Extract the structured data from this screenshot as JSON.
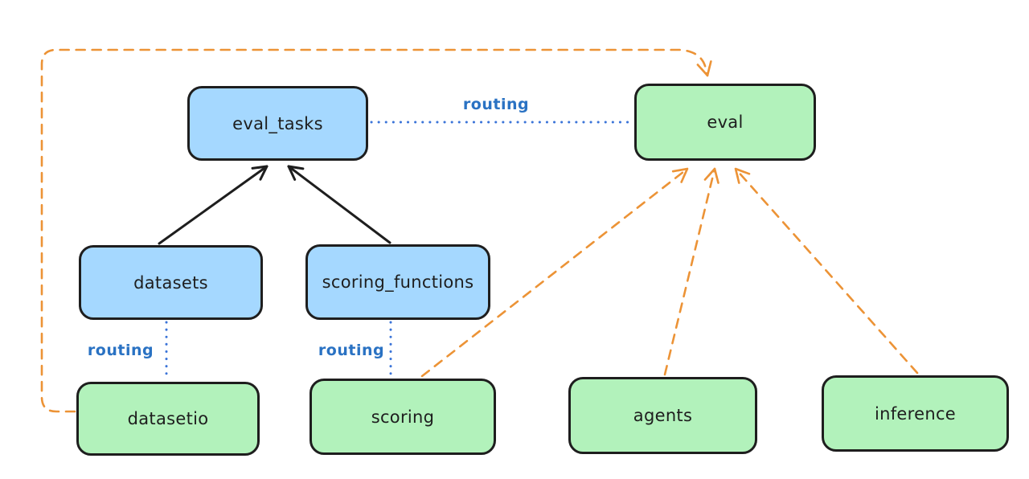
{
  "diagram": {
    "kind": "resource-routing-diagram",
    "colors": {
      "background": "#ffffff",
      "node_stroke": "#1e1e1e",
      "blue_node_fill": "#a5d8ff",
      "green_node_fill": "#b2f2bb",
      "routing_text_blue": "#2a72c3",
      "routing_line_blue": "#3b74d8",
      "provider_arrow_orange": "#ec9336",
      "dependency_arrow_black": "#1e1e1e"
    },
    "nodes": [
      {
        "id": "eval_tasks",
        "label": "eval_tasks",
        "color": "blue"
      },
      {
        "id": "eval",
        "label": "eval",
        "color": "green"
      },
      {
        "id": "datasets",
        "label": "datasets",
        "color": "blue"
      },
      {
        "id": "scoring_functions",
        "label": "scoring_functions",
        "color": "blue"
      },
      {
        "id": "datasetio",
        "label": "datasetio",
        "color": "green"
      },
      {
        "id": "scoring",
        "label": "scoring",
        "color": "green"
      },
      {
        "id": "agents",
        "label": "agents",
        "color": "green"
      },
      {
        "id": "inference",
        "label": "inference",
        "color": "green"
      }
    ],
    "edges": [
      {
        "from": "datasets",
        "to": "eval_tasks",
        "style": "solid-black-arrow"
      },
      {
        "from": "scoring_functions",
        "to": "eval_tasks",
        "style": "solid-black-arrow"
      },
      {
        "from": "eval_tasks",
        "to": "eval",
        "style": "dotted-blue-line",
        "label": "routing"
      },
      {
        "from": "datasets",
        "to": "datasetio",
        "style": "dotted-blue-line",
        "label": "routing"
      },
      {
        "from": "scoring_functions",
        "to": "scoring",
        "style": "dotted-blue-line",
        "label": "routing"
      },
      {
        "from": "scoring",
        "to": "eval",
        "style": "dashed-orange-arrow"
      },
      {
        "from": "agents",
        "to": "eval",
        "style": "dashed-orange-arrow"
      },
      {
        "from": "inference",
        "to": "eval",
        "style": "dashed-orange-arrow"
      },
      {
        "from": "datasetio",
        "to": "eval",
        "style": "dashed-orange-arrow",
        "route": "elbow-around-left-and-top"
      }
    ]
  }
}
